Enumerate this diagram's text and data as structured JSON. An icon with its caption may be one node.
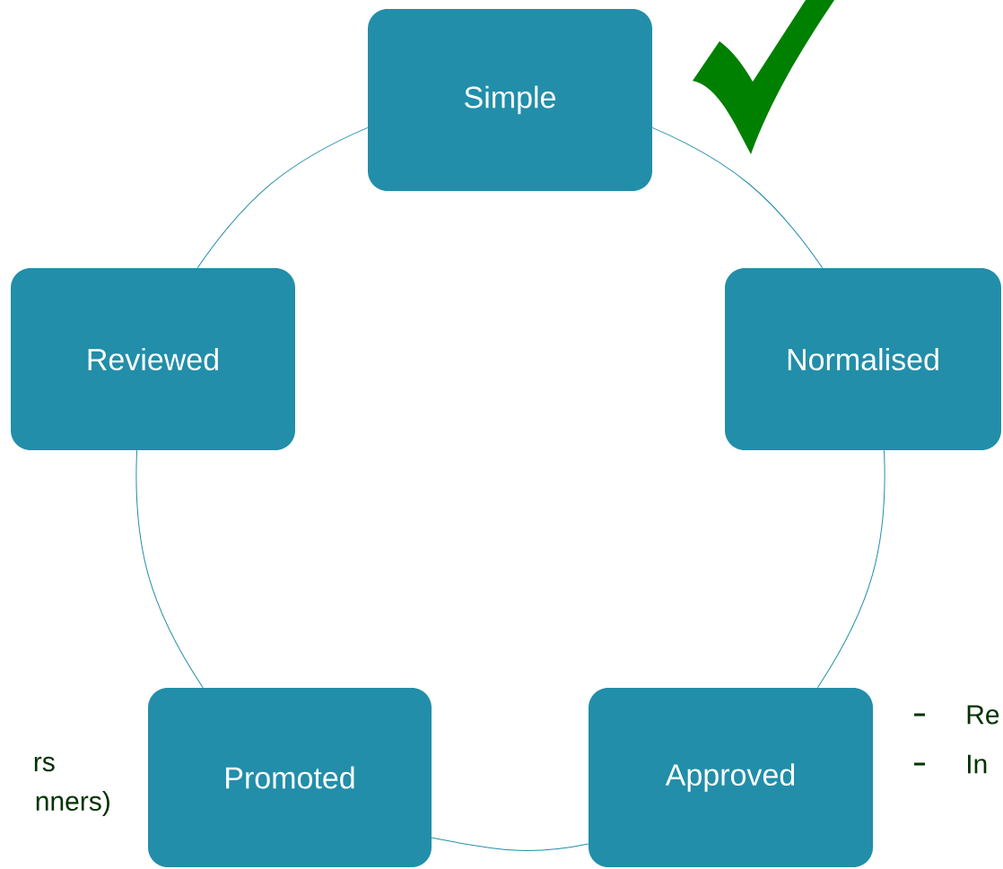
{
  "diagram": {
    "nodes": [
      {
        "text": [
          "Simple"
        ]
      },
      {
        "text": [
          "Normalised"
        ]
      },
      {
        "text": [
          "Approved"
        ]
      },
      {
        "text": [
          "Promoted"
        ]
      },
      {
        "text": [
          "Reviewed"
        ]
      }
    ],
    "edges": [
      {
        "from": 0,
        "to": 1,
        "arrow": "none"
      },
      {
        "from": 1,
        "to": 2,
        "arrow": "none"
      },
      {
        "from": 2,
        "to": 3,
        "arrow": "none"
      },
      {
        "from": 3,
        "to": 4,
        "arrow": "none"
      },
      {
        "from": 4,
        "to": 0,
        "arrow": "none"
      }
    ],
    "labels": [
      "rs",
      "nners)",
      "Re",
      "In"
    ]
  }
}
